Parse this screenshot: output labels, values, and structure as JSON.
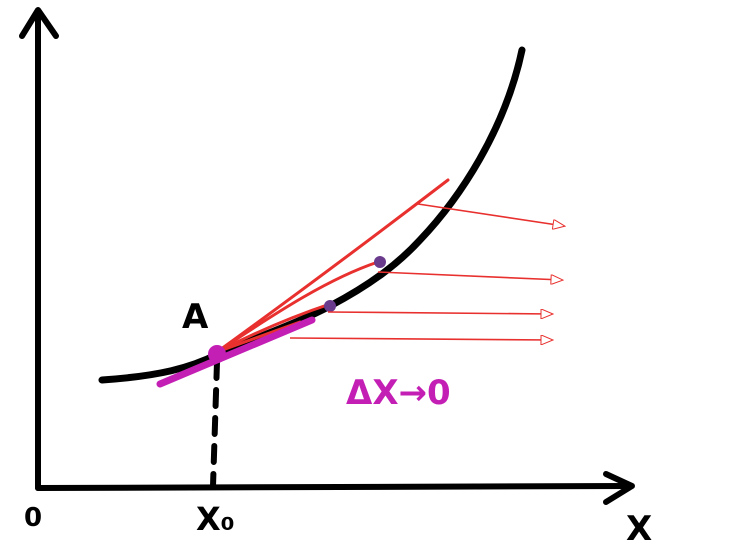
{
  "labels": {
    "origin": "0",
    "x_axis": "X",
    "x0": "X₀",
    "point": "A",
    "delta": "ΔX→0"
  },
  "colors": {
    "ink": "#000000",
    "secant": "#e8302e",
    "tangent": "#c41fb5",
    "dot": "#6a3a8c"
  },
  "secant_count": 4
}
